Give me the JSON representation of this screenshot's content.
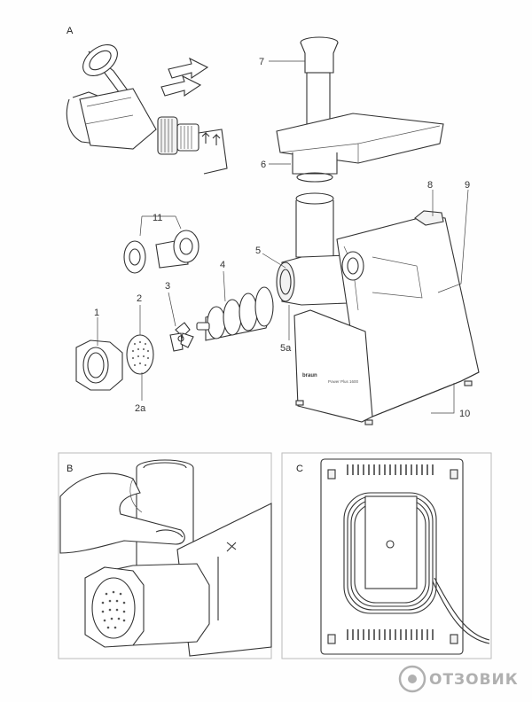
{
  "sections": {
    "a": "A",
    "b": "B",
    "c": "C"
  },
  "labels": {
    "l1": "1",
    "l2": "2",
    "l2a": "2a",
    "l3": "3",
    "l4": "4",
    "l5": "5",
    "l5a": "5a",
    "l6": "6",
    "l7": "7",
    "l8": "8",
    "l9": "9",
    "l10": "10",
    "l11": "11"
  },
  "brand": "braun",
  "model_text": "Power Plus 1600",
  "watermark": {
    "text": "ОТЗОВИК"
  }
}
